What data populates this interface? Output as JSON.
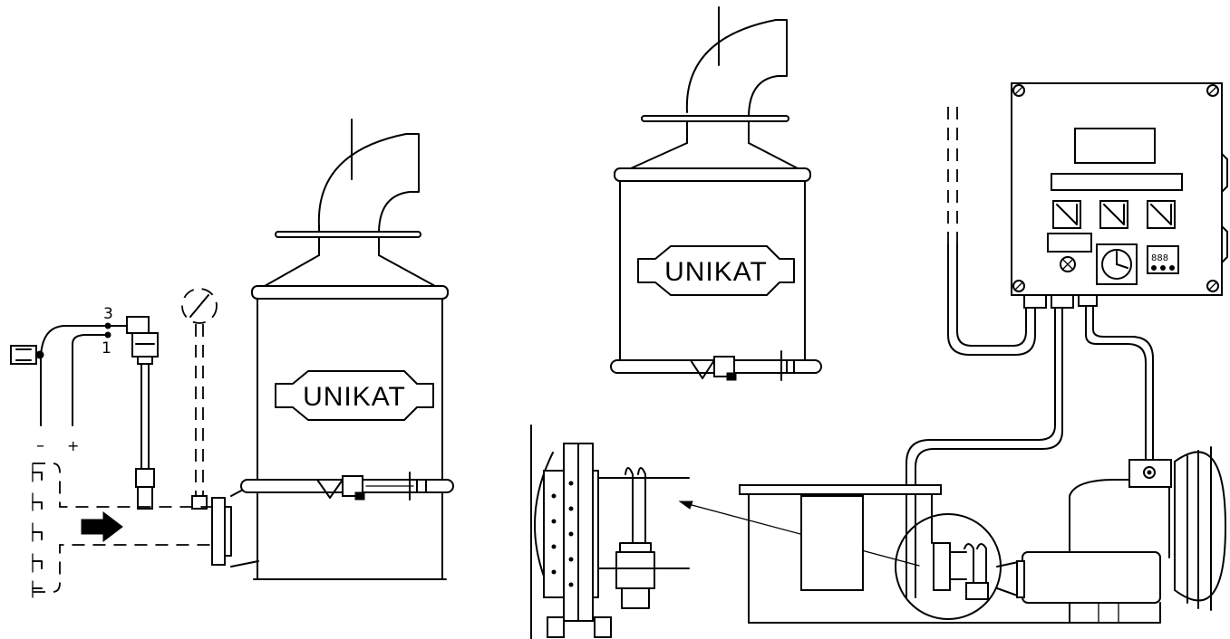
{
  "labels": {
    "brand_front": "UNIKAT",
    "brand_top": "UNIKAT",
    "pin_3": "3",
    "pin_1": "1",
    "minus": "–",
    "plus": "+"
  },
  "icons": {
    "flow_arrow": "arrow-right-icon",
    "gauge": "pressure-gauge-icon",
    "control_box": "control-cabinet-icon"
  }
}
